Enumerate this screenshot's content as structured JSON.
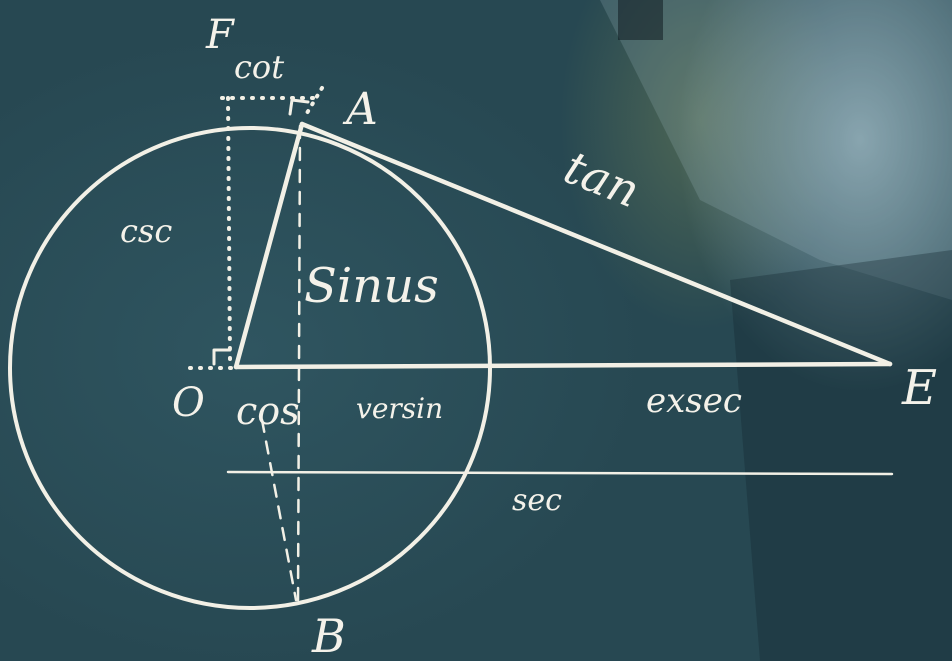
{
  "colors": {
    "background": "#2b4c55",
    "chalk": "#f2f0e6"
  },
  "labels": {
    "F": "F",
    "cot": "cot",
    "A": "A",
    "tan": "tan",
    "csc": "csc",
    "sinus": "Sinus",
    "O": "O",
    "cos": "cos",
    "versin": "versin",
    "exsec": "exsec",
    "E": "E",
    "sec": "sec",
    "B": "B"
  }
}
